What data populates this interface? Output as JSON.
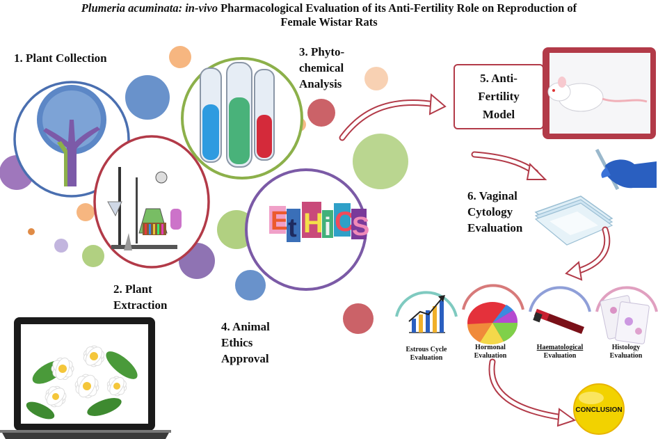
{
  "title": {
    "italic_part": "Plumeria acuminata: in-vivo",
    "line1_rest": " Pharmacological Evaluation of its Anti-Fertility Role on Reproduction of",
    "line2": "Female Wistar Rats"
  },
  "steps": {
    "step1": "1. Plant Collection",
    "step2_l1": "2. Plant",
    "step2_l2": "Extraction",
    "step3_l1": "3. Phyto-",
    "step3_l2": "chemical",
    "step3_l3": "Analysis",
    "step4_l1": "4. Animal",
    "step4_l2": "Ethics",
    "step4_l3": "Approval",
    "step5_l1": "5. Anti-",
    "step5_l2": "Fertility",
    "step5_l3": "Model",
    "step6_l1": "6. Vaginal",
    "step6_l2": "Cytology",
    "step6_l3": "Evaluation"
  },
  "evaluations": {
    "estrous_l1": "Estrous Cycle",
    "estrous_l2": "Evaluation",
    "hormonal_l1": "Hormonal",
    "hormonal_l2": "Evaluation",
    "haem_l1": "Haematological",
    "haem_l2": "Evaluation",
    "histo_l1": "Histology",
    "histo_l2": "Evaluation"
  },
  "ethics_word": [
    "E",
    "t",
    "H",
    "i",
    "C",
    "S"
  ],
  "conclusion": "CONCLUSION",
  "colors": {
    "blue_ring": "#4a6fb0",
    "red_ring": "#b23a48",
    "green_ring": "#8cb04a",
    "purple_ring": "#7b5aa6",
    "arrow": "#b23a48",
    "conclusion_yellow": "#f2d200"
  }
}
